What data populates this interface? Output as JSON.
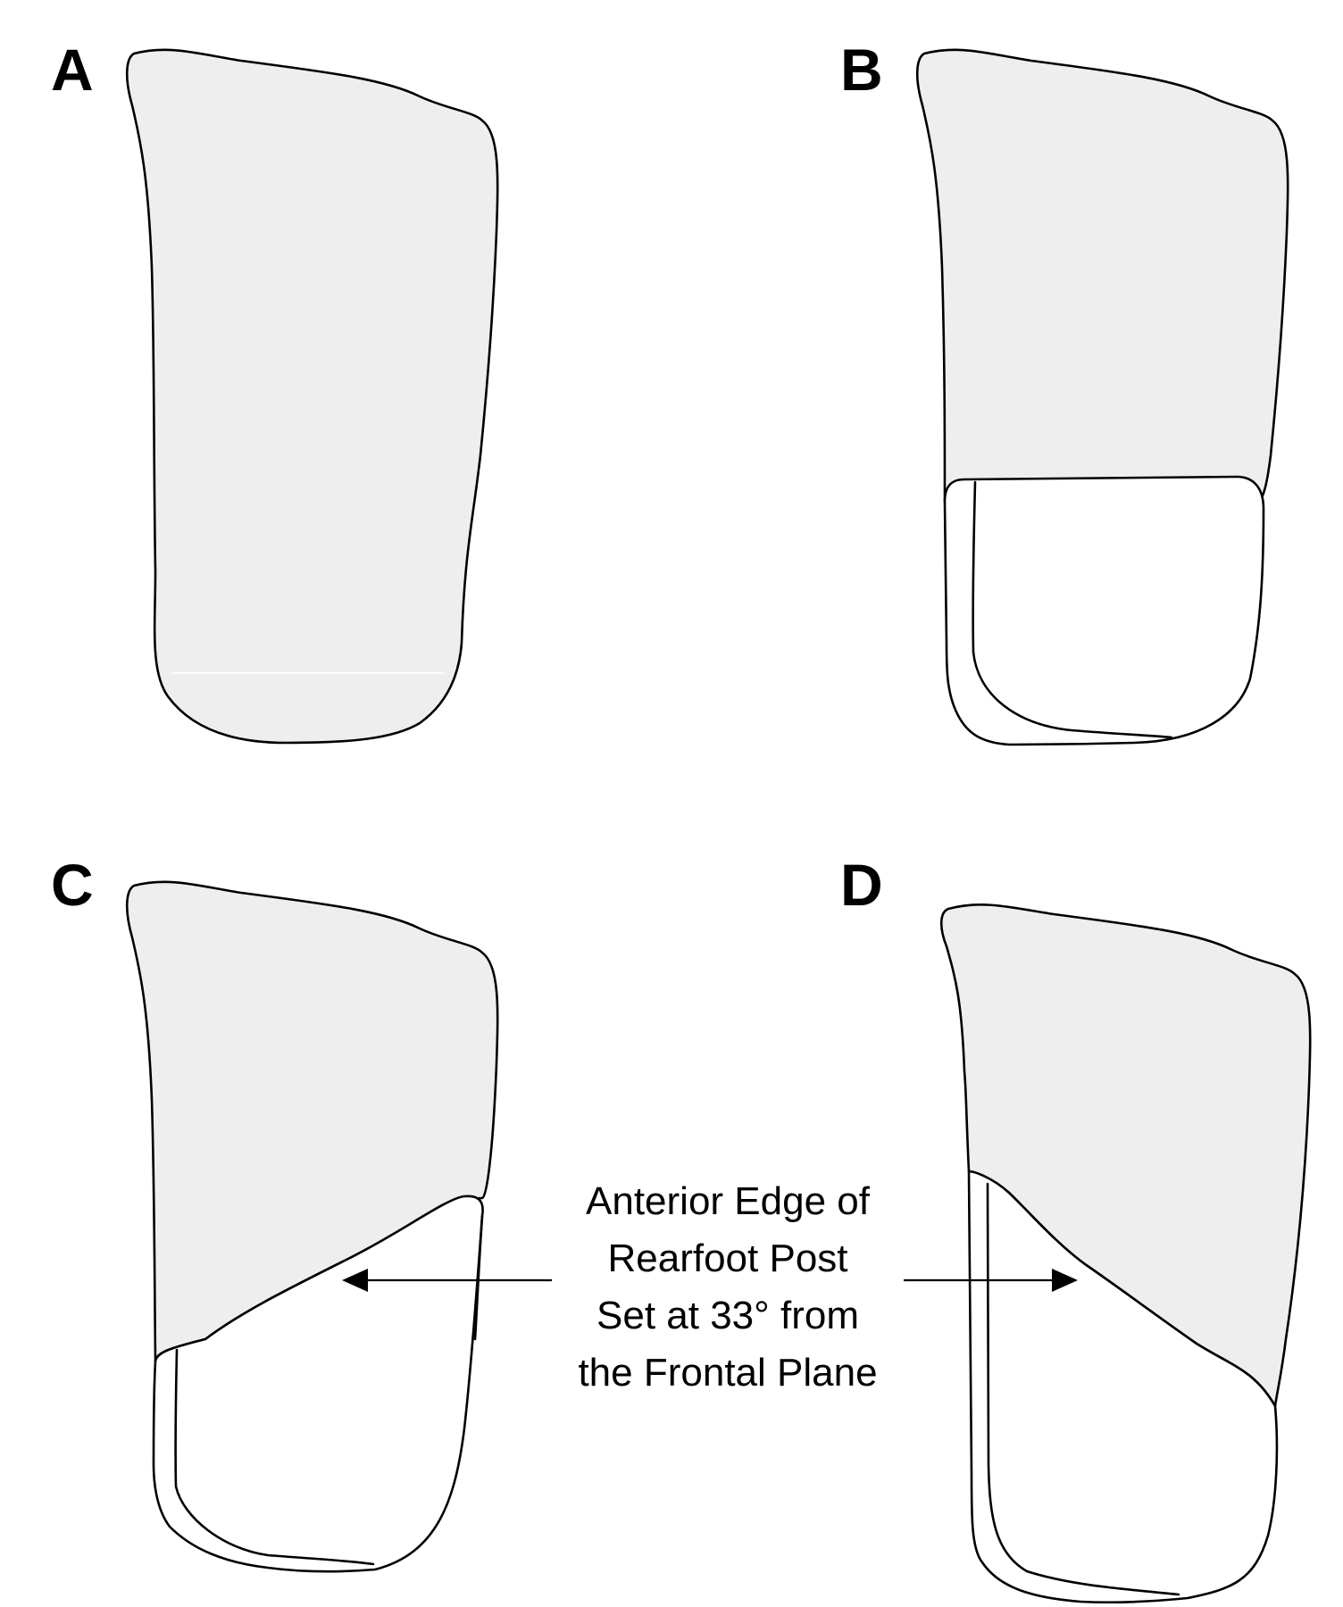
{
  "panels": {
    "a": {
      "label": "A"
    },
    "b": {
      "label": "B"
    },
    "c": {
      "label": "C"
    },
    "d": {
      "label": "D"
    }
  },
  "annotation": {
    "lines": [
      "Anterior Edge of",
      "Rearfoot Post",
      "Set at 33° from",
      "the Frontal Plane"
    ]
  },
  "colors": {
    "shell_fill": "#eeeeee",
    "post_fill": "#ffffff",
    "outline": "#000000"
  }
}
